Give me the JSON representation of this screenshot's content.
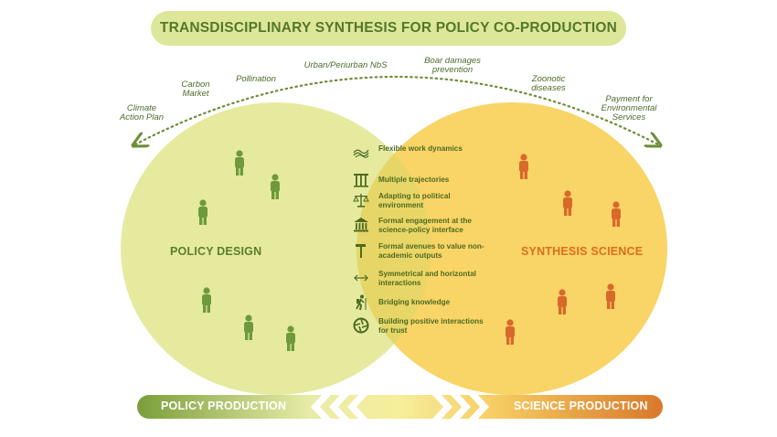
{
  "title": "TRANSDISCIPLINARY SYNTHESIS FOR POLICY CO-PRODUCTION",
  "topics": [
    "Climate\nAction Plan",
    "Carbon\nMarket",
    "Pollination",
    "Urban/Periurban NbS",
    "Boar damages\nprevention",
    "Zoonotic\ndiseases",
    "Payment for\nEnvironmental\nServices"
  ],
  "policy_circle_label": "POLICY DESIGN",
  "synthesis_circle_label": "SYNTHESIS SCIENCE",
  "overlap_items": [
    {
      "icon": "wave-icon",
      "text": "Flexible work dynamics"
    },
    {
      "icon": "columns-icon",
      "text": "Multiple trajectories"
    },
    {
      "icon": "scales-icon",
      "text": "Adapting to political environment"
    },
    {
      "icon": "building-icon",
      "text": "Formal engagement at the science-policy interface"
    },
    {
      "icon": "hammer-icon",
      "text": "Formal avenues to value non-academic outputs"
    },
    {
      "icon": "double-arrow-icon",
      "text": "Symmetrical and horizontal interactions"
    },
    {
      "icon": "hiker-icon",
      "text": "Bridging knowledge"
    },
    {
      "icon": "aperture-icon",
      "text": "Building positive interactions for trust"
    }
  ],
  "bottom_bar": {
    "left_label": "POLICY PRODUCTION",
    "right_label": "SCIENCE PRODUCTION"
  },
  "colors": {
    "policy_green": "#5a7d2c",
    "synthesis_orange": "#d96f1f",
    "title_bg": "#dde79a"
  }
}
